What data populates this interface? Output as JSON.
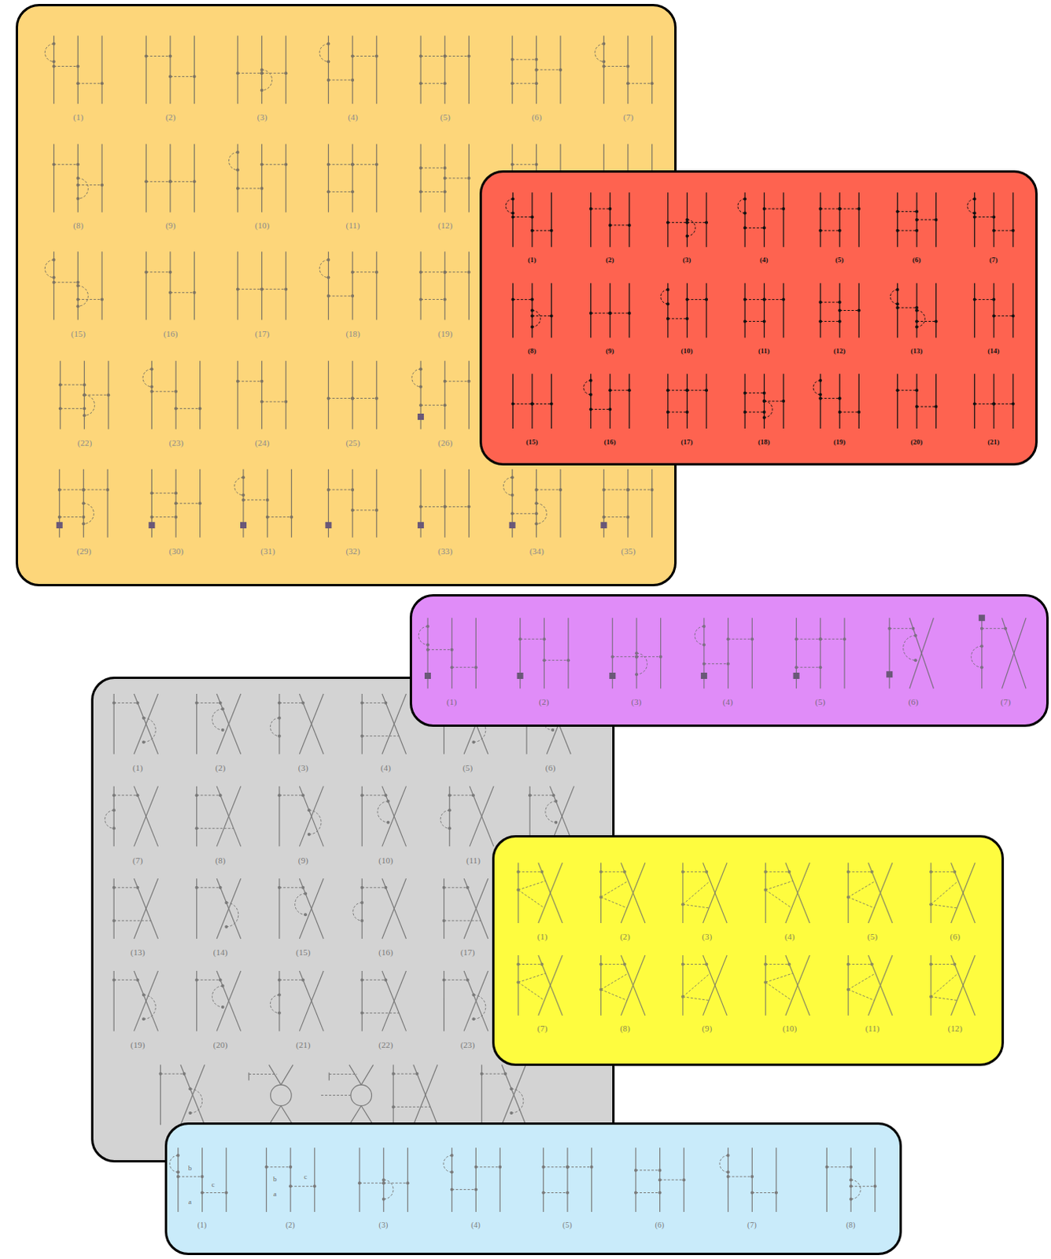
{
  "diagram": {
    "nodes": [
      {
        "text": [
          "(1)",
          "(2)",
          "(3)",
          "(4)",
          "(5)",
          "(6)",
          "(7)",
          "(8)",
          "(9)",
          "(10)",
          "(11)",
          "(12)",
          "(15)",
          "(16)",
          "(17)",
          "(18)",
          "(19)",
          "(22)",
          "(23)",
          "(24)",
          "(25)",
          "(26)",
          "(29)",
          "(30)",
          "(31)",
          "(32)",
          "(33)",
          "(34)",
          "(35)"
        ]
      },
      {
        "text": [
          "(1)",
          "(2)",
          "(3)",
          "(4)",
          "(5)",
          "(6)",
          "(7)",
          "(8)",
          "(9)",
          "(10)",
          "(11)",
          "(12)",
          "(13)",
          "(14)",
          "(15)",
          "(16)",
          "(17)",
          "(18)",
          "(19)",
          "(20)",
          "(21)"
        ]
      },
      {
        "text": [
          "(1)",
          "(2)",
          "(3)",
          "(4)",
          "(5)",
          "(6)",
          "(7)",
          "(8)",
          "(9)",
          "(10)",
          "(11)",
          "(13)",
          "(14)",
          "(15)",
          "(16)",
          "(17)",
          "(19)",
          "(20)",
          "(21)",
          "(22)",
          "(23)"
        ]
      },
      {
        "text": [
          "(1)",
          "(2)",
          "(3)",
          "(4)",
          "(5)",
          "(6)",
          "(7)"
        ]
      },
      {
        "text": [
          "(1)",
          "(2)",
          "(3)",
          "(4)",
          "(5)",
          "(6)",
          "(7)",
          "(8)",
          "(9)",
          "(10)",
          "(11)",
          "(12)"
        ]
      },
      {
        "text": [
          "(1)",
          "(2)",
          "(3)",
          "(4)",
          "(5)",
          "(6)",
          "(7)",
          "(8)"
        ]
      }
    ],
    "labels": [
      "b",
      "c",
      "a",
      "b",
      "a",
      "c"
    ]
  }
}
